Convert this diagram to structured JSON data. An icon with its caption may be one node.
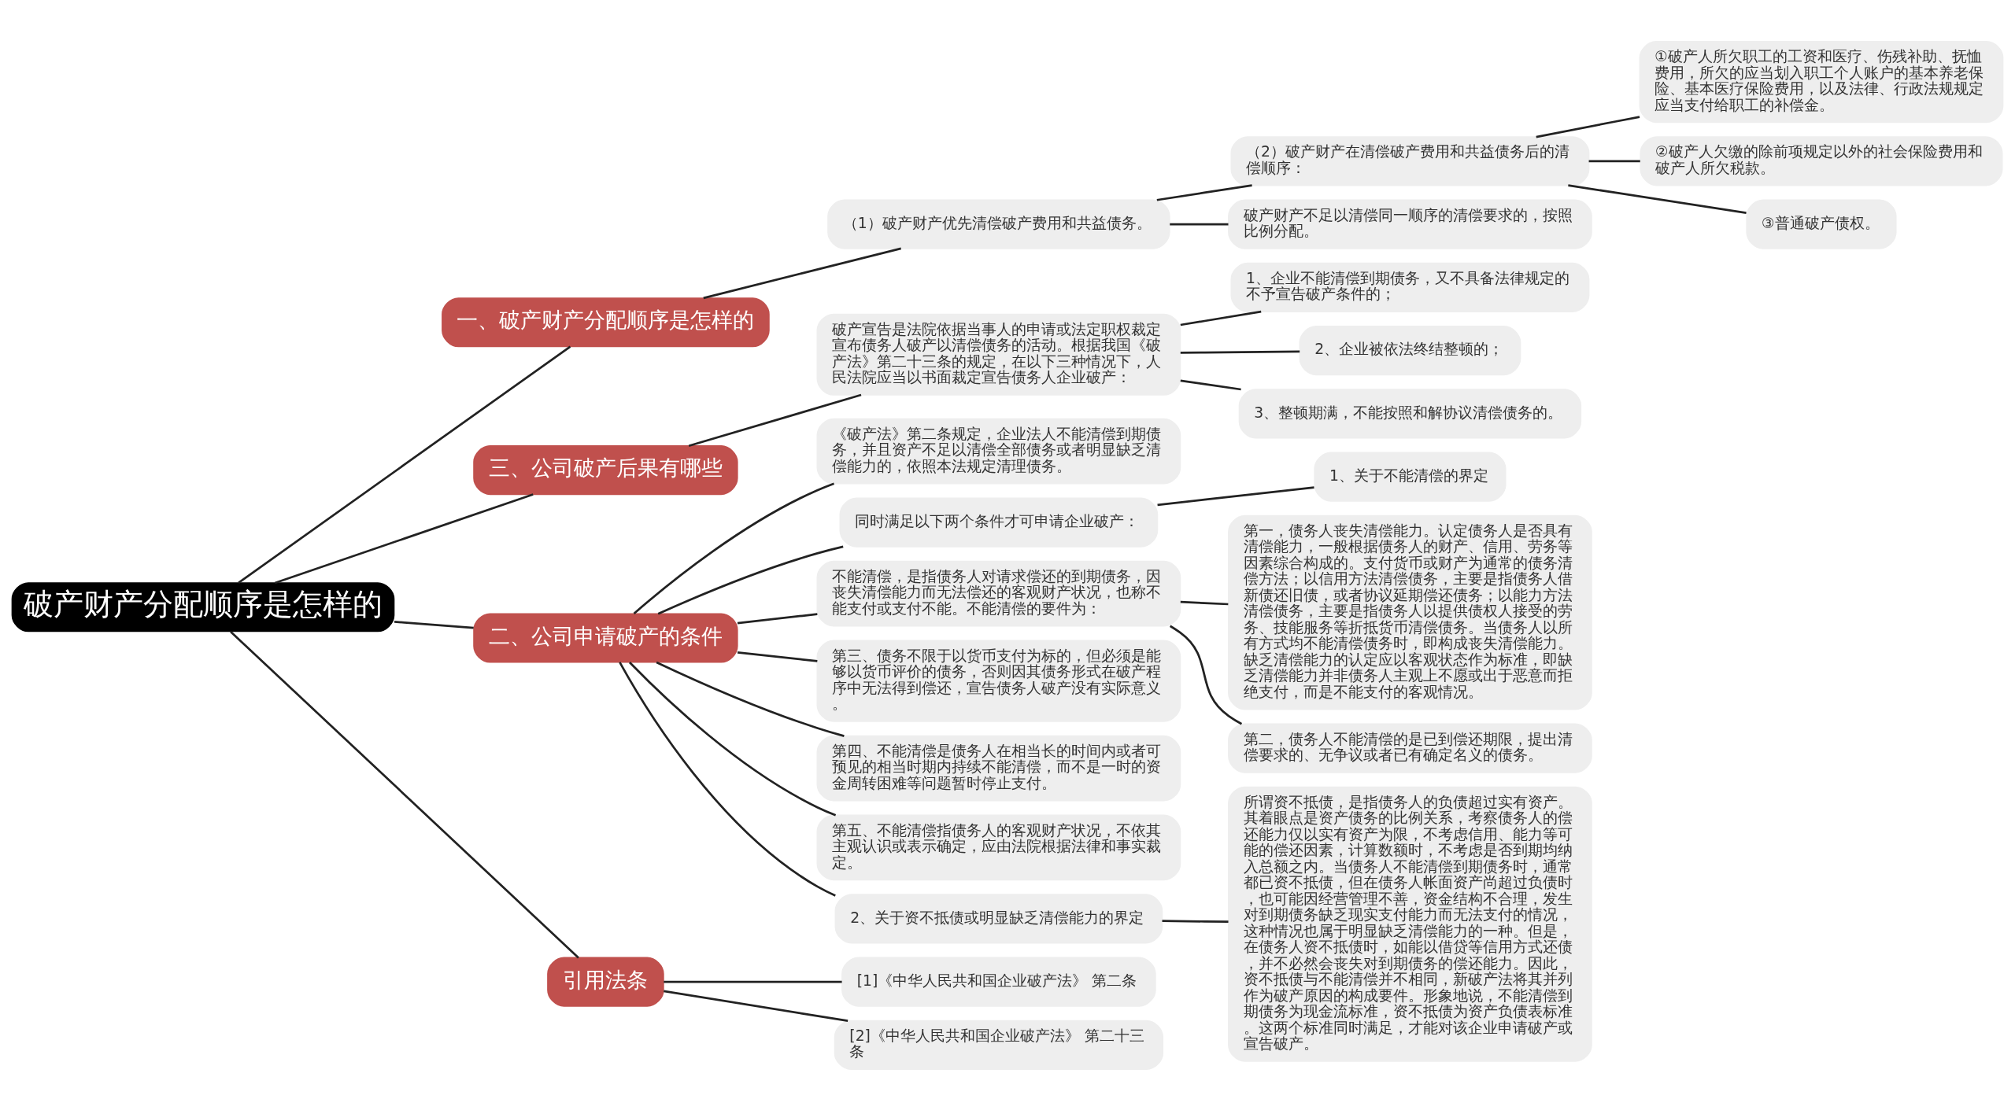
{
  "diagram": {
    "nodes": [
      {
        "text": [
          "破产财产分配顺序是怎样的"
        ]
      },
      {
        "text": [
          "一、破产财产分配顺序是怎样的"
        ]
      },
      {
        "text": [
          "（1）破产财产优先清偿破产费用和共益债务。"
        ]
      },
      {
        "text": [
          "（2）破产财产在清偿破产费用和共益债务后的清偿顺序："
        ]
      },
      {
        "text": [
          "①破产人所欠职工的工资和医疗、伤残补助、抚恤费用，所欠的应当划入职工个人账户的基本养老保险、基本医疗保险费用，以及法律、行政法规规定应当支付给职工的补偿金。"
        ]
      },
      {
        "text": [
          "②破产人欠缴的除前项规定以外的社会保险费用和破产人所欠税款。"
        ]
      },
      {
        "text": [
          "③普通破产债权。"
        ]
      },
      {
        "text": [
          "破产财产不足以清偿同一顺序的清偿要求的，按照比例分配。"
        ]
      },
      {
        "text": [
          "三、公司破产后果有哪些"
        ]
      },
      {
        "text": [
          "破产宣告是法院依据当事人的申请或法定职权裁定宣布债务人破产以清偿债务的活动。根据我国《破产法》第二十三条的规定，在以下三种情况下，人民法院应当以书面裁定宣告债务人企业破产："
        ]
      },
      {
        "text": [
          "1、企业不能清偿到期债务，又不具备法律规定的不予宣告破产条件的；"
        ]
      },
      {
        "text": [
          "2、企业被依法终结整顿的；"
        ]
      },
      {
        "text": [
          "3、整顿期满，不能按照和解协议清偿债务的。"
        ]
      },
      {
        "text": [
          "二、公司申请破产的条件"
        ]
      },
      {
        "text": [
          "《破产法》第二条规定，企业法人不能清偿到期债务，并且资产不足以清偿全部债务或者明显缺乏清偿能力的，依照本法规定清理债务。"
        ]
      },
      {
        "text": [
          "同时满足以下两个条件才可申请企业破产："
        ]
      },
      {
        "text": [
          "1、关于不能清偿的界定"
        ]
      },
      {
        "text": [
          "不能清偿，是指债务人对请求偿还的到期债务，因丧失清偿能力而无法偿还的客观财产状况，也称不能支付或支付不能。不能清偿的要件为："
        ]
      },
      {
        "text": [
          "第一，债务人丧失清偿能力。认定债务人是否具有清偿能力，一般根据债务人的财产、信用、劳务等因素综合构成的。支付货币或财产为通常的债务清偿方法；以信用方法清偿债务，主要是指债务人借新债还旧债，或者协议延期偿还债务；以能力方法清偿债务，主要是指债务人以提供债权人接受的劳务、技能服务等折抵货币清偿债务。当债务人以所有方式均不能清偿债务时，即构成丧失清偿能力。缺乏清偿能力的认定应以客观状态作为标准，即缺乏清偿能力并非债务人主观上不愿或出于恶意而拒绝支付，而是不能支付的客观情况。"
        ]
      },
      {
        "text": [
          "第二，债务人不能清偿的是已到偿还期限，提出清偿要求的、无争议或者已有确定名义的债务。"
        ]
      },
      {
        "text": [
          "第三、债务不限于以货币支付为标的，但必须是能够以货币评价的债务，否则因其债务形式在破产程序中无法得到偿还，宣告债务人破产没有实际意义。"
        ]
      },
      {
        "text": [
          "第四、不能清偿是债务人在相当长的时间内或者可预见的相当时期内持续不能清偿，而不是一时的资金周转困难等问题暂时停止支付。"
        ]
      },
      {
        "text": [
          "第五、不能清偿指债务人的客观财产状况，不依其主观认识或表示确定，应由法院根据法律和事实裁定。"
        ]
      },
      {
        "text": [
          "2、关于资不抵债或明显缺乏清偿能力的界定"
        ]
      },
      {
        "text": [
          "所谓资不抵债，是指债务人的负债超过实有资产。其着眼点是资产债务的比例关系，考察债务人的偿还能力仅以实有资产为限，不考虑信用、能力等可能的偿还因素，计算数额时，不考虑是否到期均纳入总额之内。当债务人不能清偿到期债务时，通常都已资不抵债，但在债务人帐面资产尚超过负债时，也可能因经营管理不善，资金结构不合理，发生对到期债务缺乏现实支付能力而无法支付的情况，这种情况也属于明显缺乏清偿能力的一种。但是，在债务人资不抵债时，如能以借贷等信用方式还债，并不必然会丧失对到期债务的偿还能力。因此，资不抵债与不能清偿并不相同，新破产法将其并列作为破产原因的构成要件。形象地说，不能清偿到期债务为现金流标准，资不抵债为资产负债表标准。这两个标准同时满足，才能对该企业申请破产或宣告破产。"
        ]
      },
      {
        "text": [
          "引用法条"
        ]
      },
      {
        "text": [
          "[1]《中华人民共和国企业破产法》 第二条"
        ]
      },
      {
        "text": [
          "[2]《中华人民共和国企业破产法》 第二十三条"
        ]
      }
    ],
    "edges": [
      {
        "from": 0,
        "to": 1,
        "arrow": "none"
      },
      {
        "from": 1,
        "to": 2,
        "arrow": "none"
      },
      {
        "from": 2,
        "to": 3,
        "arrow": "none"
      },
      {
        "from": 3,
        "to": 4,
        "arrow": "none"
      },
      {
        "from": 3,
        "to": 5,
        "arrow": "none"
      },
      {
        "from": 3,
        "to": 6,
        "arrow": "none"
      },
      {
        "from": 2,
        "to": 7,
        "arrow": "none"
      },
      {
        "from": 0,
        "to": 8,
        "arrow": "none"
      },
      {
        "from": 8,
        "to": 9,
        "arrow": "none"
      },
      {
        "from": 9,
        "to": 10,
        "arrow": "none"
      },
      {
        "from": 9,
        "to": 11,
        "arrow": "none"
      },
      {
        "from": 9,
        "to": 12,
        "arrow": "none"
      },
      {
        "from": 0,
        "to": 13,
        "arrow": "none"
      },
      {
        "from": 13,
        "to": 14,
        "arrow": "none"
      },
      {
        "from": 13,
        "to": 15,
        "arrow": "none"
      },
      {
        "from": 15,
        "to": 16,
        "arrow": "none"
      },
      {
        "from": 13,
        "to": 17,
        "arrow": "none"
      },
      {
        "from": 17,
        "to": 18,
        "arrow": "none"
      },
      {
        "from": 17,
        "to": 19,
        "arrow": "none"
      },
      {
        "from": 13,
        "to": 20,
        "arrow": "none"
      },
      {
        "from": 13,
        "to": 21,
        "arrow": "none"
      },
      {
        "from": 13,
        "to": 22,
        "arrow": "none"
      },
      {
        "from": 13,
        "to": 23,
        "arrow": "none"
      },
      {
        "from": 23,
        "to": 24,
        "arrow": "none"
      },
      {
        "from": 0,
        "to": 25,
        "arrow": "none"
      },
      {
        "from": 25,
        "to": 26,
        "arrow": "none"
      },
      {
        "from": 25,
        "to": 27,
        "arrow": "none"
      }
    ]
  }
}
